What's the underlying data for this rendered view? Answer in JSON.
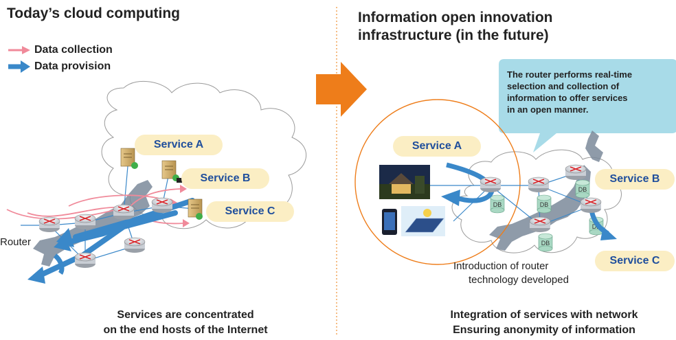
{
  "left": {
    "title": "Today’s cloud computing",
    "legend": [
      {
        "label": "Data collection",
        "color": "#f08a9a"
      },
      {
        "label": "Data provision",
        "color": "#3a88c9"
      }
    ],
    "services": [
      "Service A",
      "Service B",
      "Service C"
    ],
    "router_label": "Router",
    "caption_lines": [
      "Services are concentrated",
      "on the end hosts of the Internet"
    ]
  },
  "right": {
    "title_lines": [
      "Information open innovation",
      "infrastructure (in the future)"
    ],
    "callout_lines": [
      "The router performs real-time",
      "selection and collection of",
      "information to offer services",
      "in an open manner."
    ],
    "services": [
      "Service A",
      "Service B",
      "Service C"
    ],
    "db_label": "DB",
    "intro_lines": [
      "Introduction of router",
      "technology developed"
    ],
    "caption_lines": [
      "Integration of services with network",
      "Ensuring anonymity of information"
    ]
  },
  "colors": {
    "accent_arrow": "#ee7d1a",
    "pill_bg": "#fbeec4",
    "service_text": "#1f4e9c",
    "callout_bg": "#a8dbe8",
    "japan_map": "#7b8a9a",
    "divider": "#f2a65a"
  }
}
